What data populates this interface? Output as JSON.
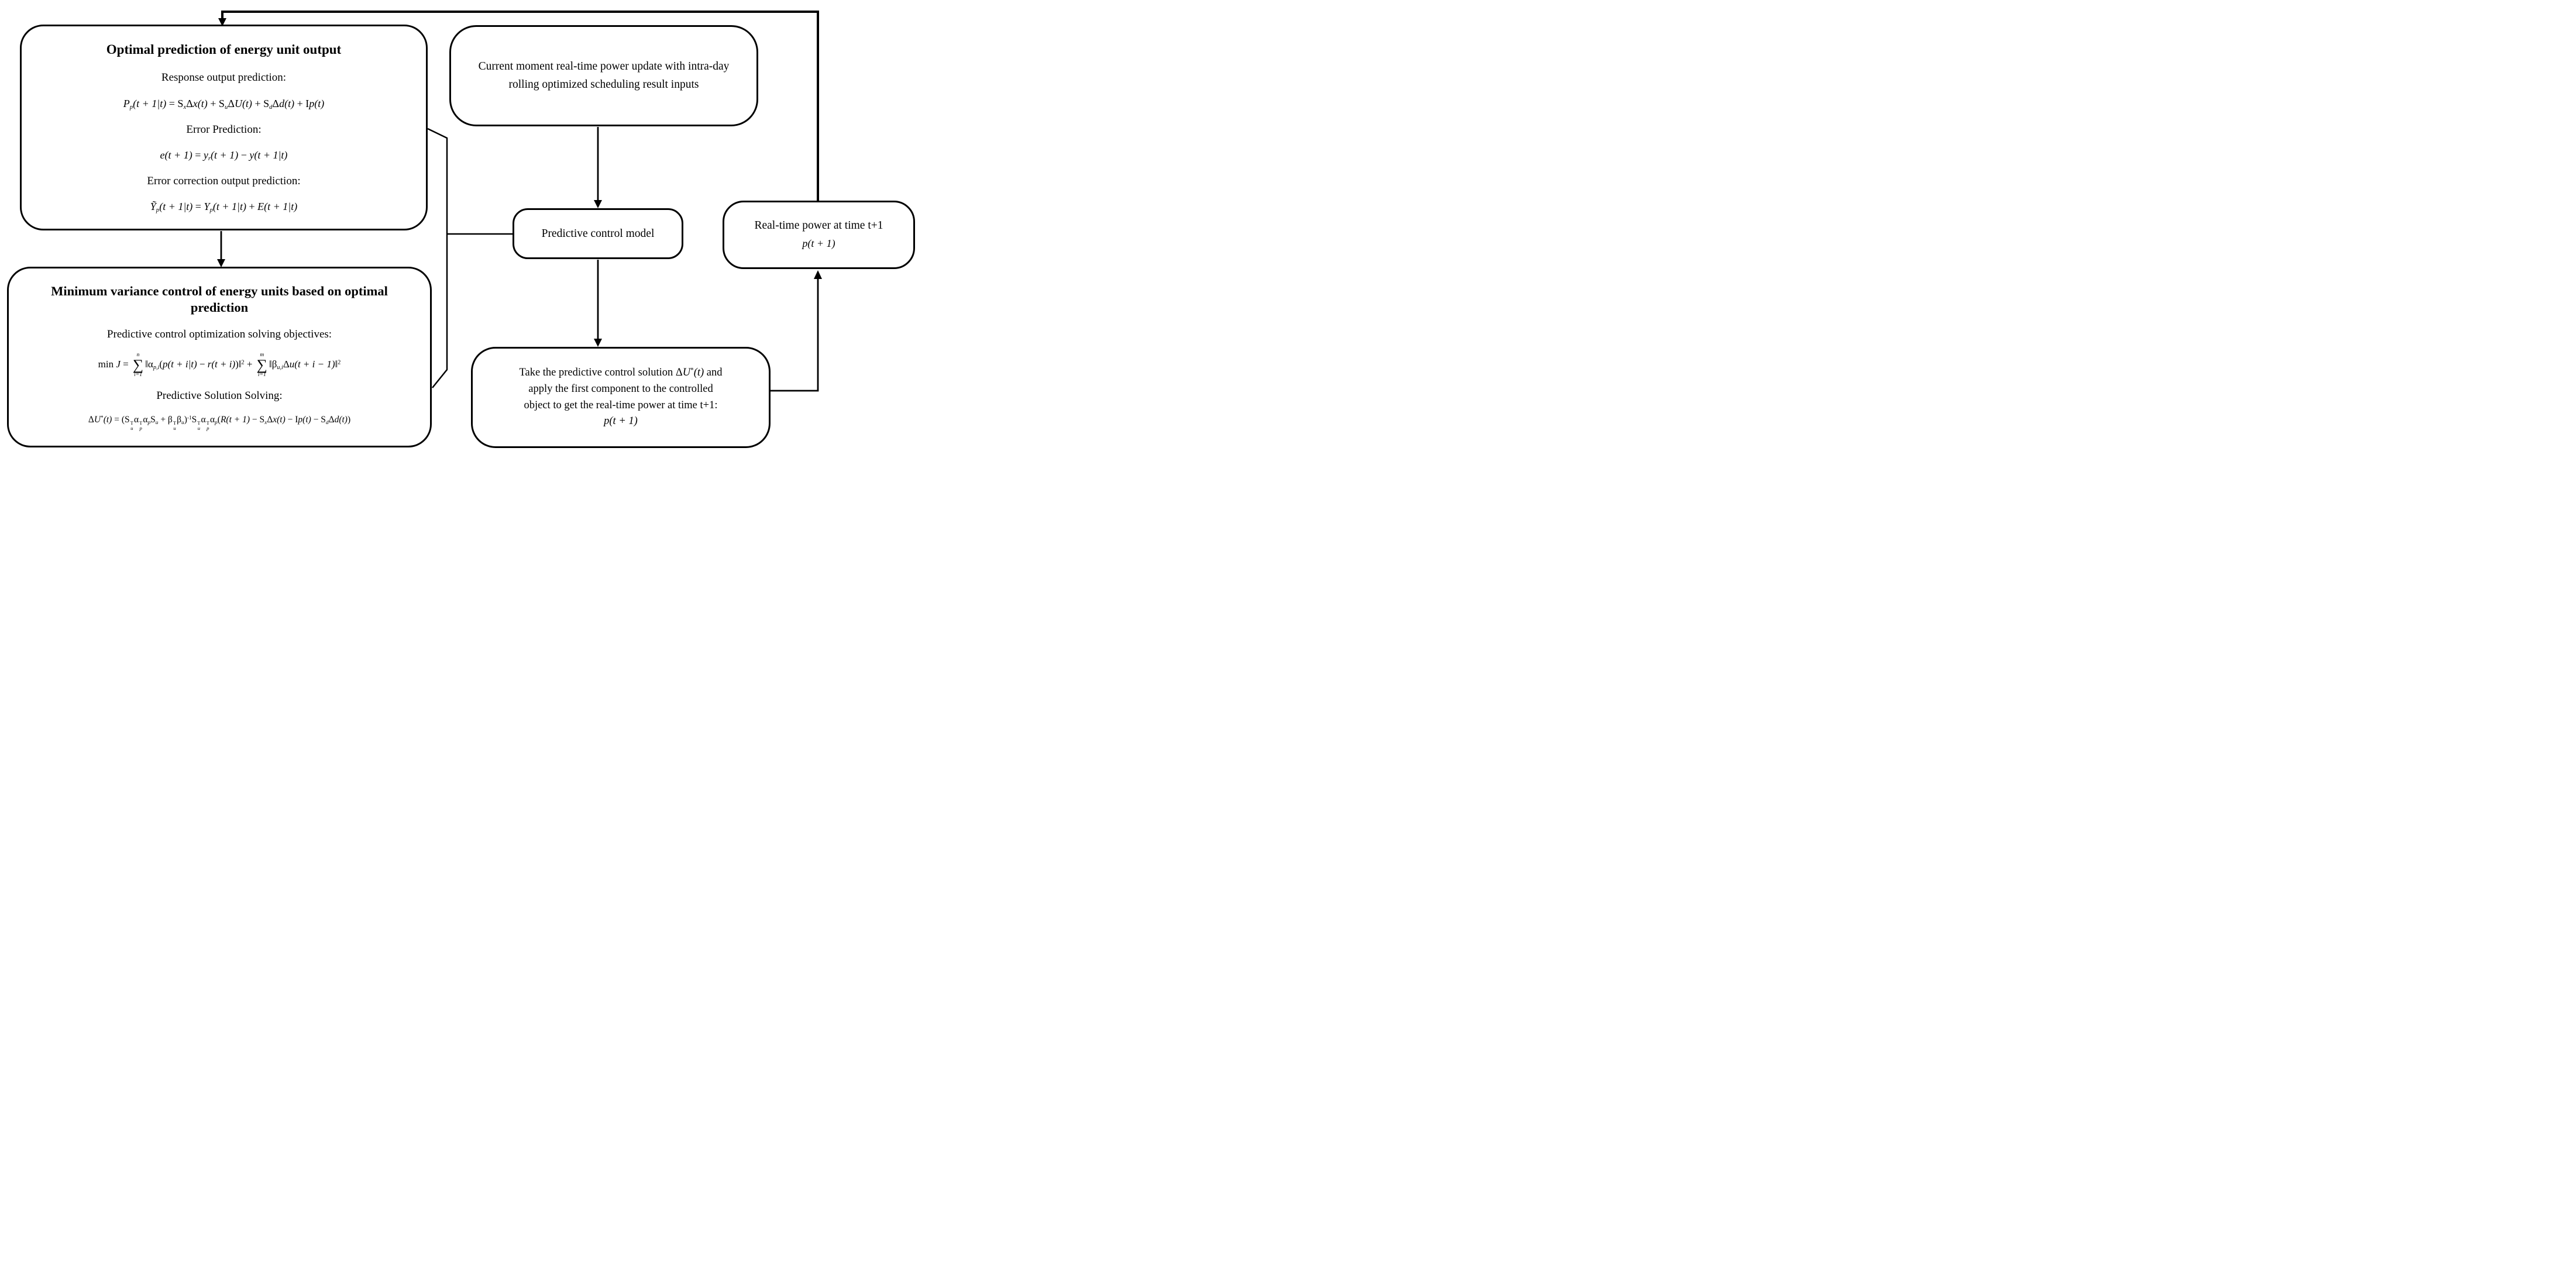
{
  "colors": {
    "ink": "#000000",
    "background": "#ffffff"
  },
  "boxes": {
    "optimal": {
      "title": "Optimal prediction of energy unit output",
      "sections": [
        {
          "label": "Response output prediction:",
          "formula": [
            {
              "i": "P"
            },
            {
              "sub": "p"
            },
            {
              "i": "(t + 1|t)"
            },
            {
              "t": " = S"
            },
            {
              "sub": "x"
            },
            {
              "t": "Δ"
            },
            {
              "i": "x"
            },
            {
              "i": "(t)"
            },
            {
              "t": " + S"
            },
            {
              "sub": "u"
            },
            {
              "t": "Δ"
            },
            {
              "i": "U"
            },
            {
              "i": "(t)"
            },
            {
              "t": " + S"
            },
            {
              "sub": "d"
            },
            {
              "t": "Δ"
            },
            {
              "i": "d"
            },
            {
              "i": "(t)"
            },
            {
              "t": " + I"
            },
            {
              "i": "p"
            },
            {
              "i": "(t)"
            }
          ]
        },
        {
          "label": "Error Prediction:",
          "formula": [
            {
              "i": "e"
            },
            {
              "i": "(t + 1)"
            },
            {
              "t": " = "
            },
            {
              "i": "y"
            },
            {
              "sub": "r"
            },
            {
              "i": "(t + 1)"
            },
            {
              "t": " − "
            },
            {
              "i": "y"
            },
            {
              "i": "(t + 1|t)"
            }
          ]
        },
        {
          "label": "Error correction output prediction:",
          "formula": [
            {
              "i": "Ỹ"
            },
            {
              "sub": "p"
            },
            {
              "i": "(t + 1|t)"
            },
            {
              "t": " = "
            },
            {
              "i": "Y"
            },
            {
              "sub": "p"
            },
            {
              "i": "(t + 1|t)"
            },
            {
              "t": " + "
            },
            {
              "i": "E"
            },
            {
              "i": "(t + 1|t)"
            }
          ]
        }
      ]
    },
    "minvar": {
      "title": "Minimum variance control of energy units based on optimal prediction",
      "sections": [
        {
          "label": "Predictive control optimization solving objectives:",
          "formula": [
            {
              "t": "min "
            },
            {
              "i": "J"
            },
            {
              "t": " = "
            },
            {
              "sum": [
                "n",
                "i=1"
              ]
            },
            {
              "t": "‖α"
            },
            {
              "sub": "p,i"
            },
            {
              "t": "("
            },
            {
              "i": "p"
            },
            {
              "i": "(t + i|t)"
            },
            {
              "t": " − "
            },
            {
              "i": "r"
            },
            {
              "i": "(t + i)"
            },
            {
              "t": ")‖"
            },
            {
              "sup": "2"
            },
            {
              "t": " + "
            },
            {
              "sum": [
                "m",
                "i=1"
              ]
            },
            {
              "t": "‖β"
            },
            {
              "sub": "u,i"
            },
            {
              "t": "Δ"
            },
            {
              "i": "u"
            },
            {
              "i": "(t + i − 1)"
            },
            {
              "t": "‖"
            },
            {
              "sup": "2"
            }
          ]
        },
        {
          "label": "Predictive Solution Solving:",
          "formula": [
            {
              "t": "Δ"
            },
            {
              "i": "U"
            },
            {
              "sup": "*"
            },
            {
              "i": "(t)"
            },
            {
              "t": " = (S"
            },
            {
              "supsub": [
                "T",
                "u"
              ]
            },
            {
              "t": "α"
            },
            {
              "supsub": [
                "T",
                "p"
              ]
            },
            {
              "t": "α"
            },
            {
              "sub": "p"
            },
            {
              "t": "S"
            },
            {
              "sub": "u"
            },
            {
              "t": " + β"
            },
            {
              "supsub": [
                "T",
                "u"
              ]
            },
            {
              "t": "β"
            },
            {
              "sub": "u"
            },
            {
              "t": ")"
            },
            {
              "sup": "-1"
            },
            {
              "t": "S"
            },
            {
              "supsub": [
                "T",
                "u"
              ]
            },
            {
              "t": "α"
            },
            {
              "supsub": [
                "T",
                "p"
              ]
            },
            {
              "t": "α"
            },
            {
              "sub": "p"
            },
            {
              "t": "("
            },
            {
              "i": "R"
            },
            {
              "i": "(t + 1)"
            },
            {
              "t": " − S"
            },
            {
              "sub": "x"
            },
            {
              "t": "Δ"
            },
            {
              "i": "x"
            },
            {
              "i": "(t)"
            },
            {
              "t": " − I"
            },
            {
              "i": "p"
            },
            {
              "i": "(t)"
            },
            {
              "t": " − S"
            },
            {
              "sub": "d"
            },
            {
              "t": "Δ"
            },
            {
              "i": "d"
            },
            {
              "i": "(t)"
            },
            {
              "t": ")"
            }
          ]
        }
      ]
    },
    "update": {
      "text": "Current moment real-time power update with intra-day rolling optimized scheduling result inputs"
    },
    "model": {
      "text": "Predictive control model"
    },
    "realtime": {
      "title": "Real-time power at time t+1",
      "formula": [
        {
          "i": "p"
        },
        {
          "i": "(t + 1)"
        }
      ]
    },
    "apply": {
      "content": [
        {
          "t": "Take the predictive control solution  Δ"
        },
        {
          "i": "U"
        },
        {
          "sup": "*"
        },
        {
          "i": "(t)"
        },
        {
          "t": "  and"
        },
        {
          "br": true
        },
        {
          "t": "apply the first component to the controlled"
        },
        {
          "br": true
        },
        {
          "t": "object to get the real-time power at time t+1:"
        },
        {
          "br": true
        },
        {
          "i": "p"
        },
        {
          "i": "(t + 1)"
        }
      ]
    }
  }
}
